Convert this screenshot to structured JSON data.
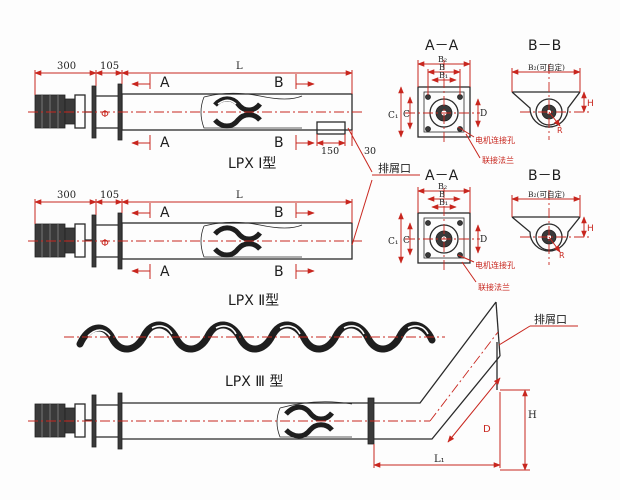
{
  "models": {
    "type1": "LPX Ⅰ型",
    "type2": "LPX Ⅱ型",
    "type3": "LPX Ⅲ 型"
  },
  "dims": {
    "d300": "300",
    "d105": "105",
    "L": "L",
    "d150": "150",
    "d30": "30",
    "L1": "L₁",
    "H": "H",
    "D": "D",
    "phi": "Φ",
    "B": "B",
    "B1": "B₁",
    "B2": "B₂",
    "B2_opt": "B₂(可自定)",
    "C": "C",
    "C1": "C₁",
    "R": "R"
  },
  "sections": {
    "A": "A",
    "B": "B",
    "AA": "A－A",
    "BB": "B－B"
  },
  "callouts": {
    "discharge": "排屑口",
    "motor_holes": "电机连接孔",
    "flange": "联接法兰"
  },
  "colors": {
    "ink": "#2a2a2a",
    "dimension": "#c8261e",
    "paper": "#fdfdfd"
  }
}
